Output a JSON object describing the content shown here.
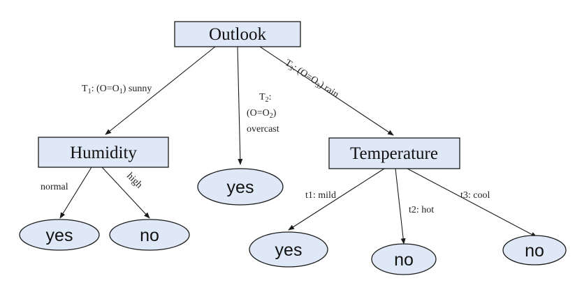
{
  "nodes": {
    "outlook": "Outlook",
    "humidity": "Humidity",
    "temperature": "Temperature",
    "humidity_normal_leaf": "yes",
    "humidity_high_leaf": "no",
    "overcast_leaf": "yes",
    "temp_mild_leaf": "yes",
    "temp_hot_leaf": "no",
    "temp_cool_leaf": "no"
  },
  "edges": {
    "sunny": {
      "prefix": "T",
      "sub1": "1",
      "mid": ": (O=O",
      "sub2": "1",
      "suffix": ") sunny"
    },
    "overcast": {
      "line1_prefix": "T",
      "line1_sub": "2",
      "line1_suffix": ":",
      "line2_prefix": "(O=O",
      "line2_sub": "2",
      "line2_suffix": ")",
      "line3": "overcast"
    },
    "rain": {
      "prefix": "T",
      "sub1": "3",
      "mid": ": (O=O",
      "sub2": "3",
      "suffix": ") rain"
    },
    "normal": "normal",
    "high": "high",
    "mild": "t1: mild",
    "hot": "t2: hot",
    "cool": "t3: cool"
  }
}
